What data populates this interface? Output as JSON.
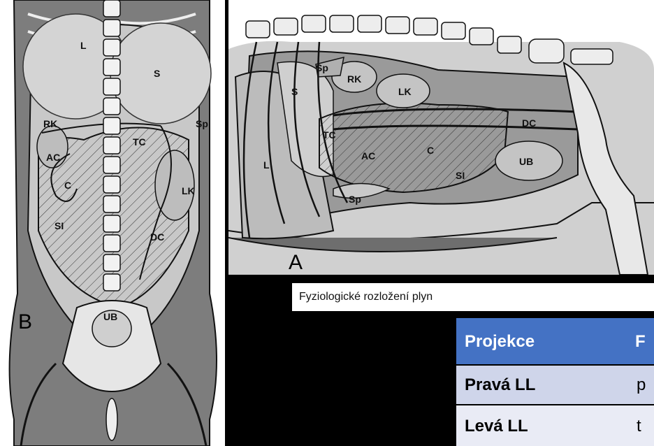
{
  "figure_a": {
    "letter": "A",
    "labels": {
      "sp": "Sp",
      "rk": "RK",
      "lk": "LK",
      "s": "S",
      "tc": "TC",
      "dc": "DC",
      "l": "L",
      "ac": "AC",
      "c": "C",
      "si": "SI",
      "ub": "UB",
      "sp2": "Sp"
    }
  },
  "figure_b": {
    "letter": "B",
    "labels": {
      "l": "L",
      "s": "S",
      "rk": "RK",
      "sp": "Sp",
      "tc": "TC",
      "ac": "AC",
      "c": "C",
      "lk": "LK",
      "si": "SI",
      "dc": "DC",
      "ub": "UB"
    }
  },
  "caption": "Fyziologické rozložení plyn",
  "table": {
    "header": [
      "Projekce",
      "F"
    ],
    "rows": [
      [
        "Pravá LL",
        "p"
      ],
      [
        "Levá LL",
        "t"
      ]
    ]
  },
  "colors": {
    "background": "#000000",
    "table_header": "#4472c4",
    "table_row": "#cfd5ea"
  }
}
